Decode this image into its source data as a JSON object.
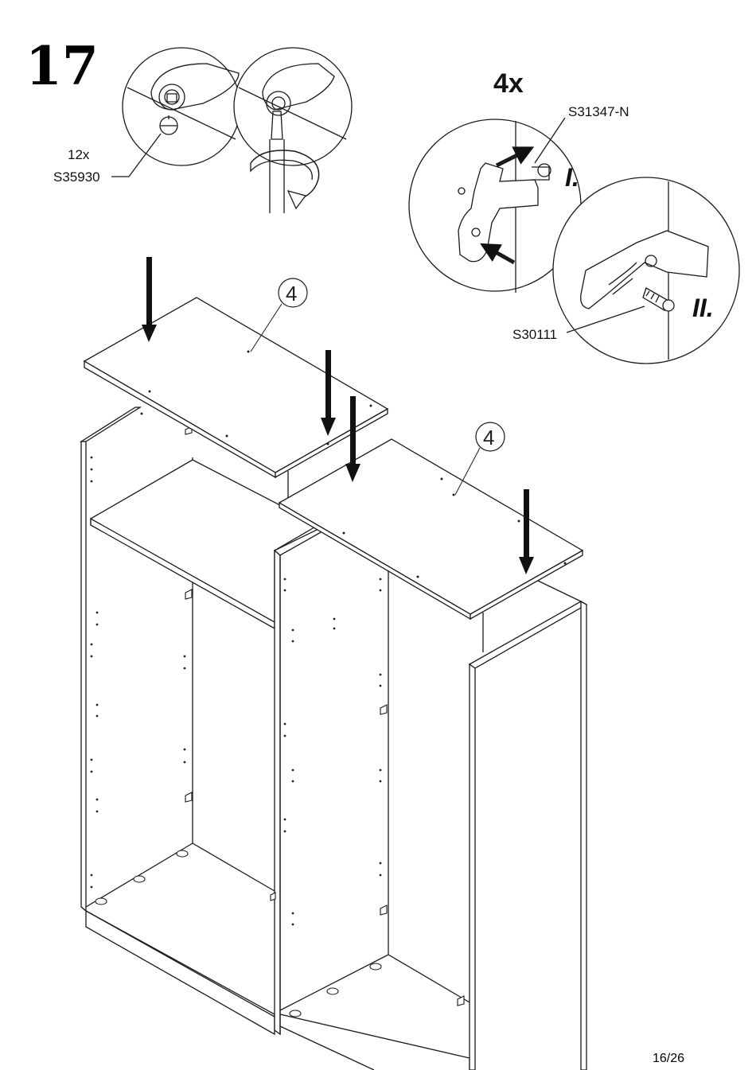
{
  "step_number": "17",
  "detail_left": {
    "quantity": "12x",
    "part_code": "S35930",
    "icons": [
      "cam-lock-icon",
      "screwdriver-icon",
      "rotate-arrow-icon"
    ]
  },
  "detail_right": {
    "quantity": "4x",
    "part_code_top": "S31347-N",
    "part_code_bottom": "S30111",
    "step_i": "I.",
    "step_ii": "II."
  },
  "panels": {
    "left_top_label": "4",
    "right_top_label": "4"
  },
  "page_number": "16/26",
  "colors": {
    "line": "#1a1a1a",
    "fill": "#ffffff",
    "arrow": "#111111"
  }
}
